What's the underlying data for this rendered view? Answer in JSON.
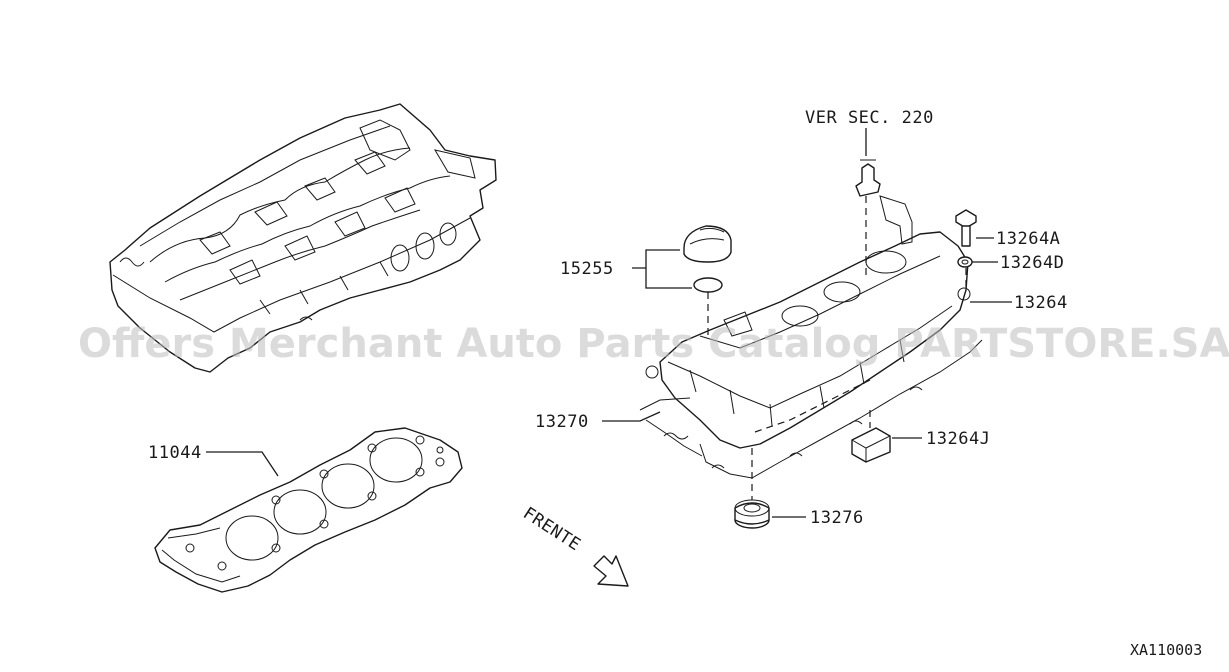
{
  "diagram": {
    "labels": {
      "ref_section": "VER SEC. 220",
      "p13264a": "13264A",
      "p13264d": "13264D",
      "p15255": "15255",
      "p13264": "13264",
      "p13270": "13270",
      "p13264j": "13264J",
      "p11044": "11044",
      "p13276": "13276",
      "front": "FRENTE"
    },
    "watermark": "Offers Merchant Auto Parts Catalog PARTSTORE.SA",
    "diagram_code": "XA110003"
  }
}
